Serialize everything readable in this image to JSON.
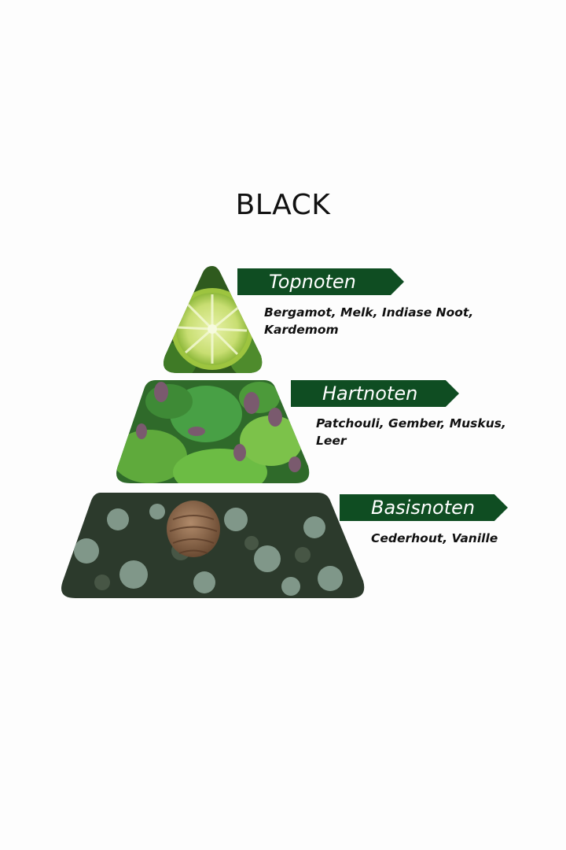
{
  "title": "BLACK",
  "colors": {
    "banner_green": "#0f4d22",
    "text_dark": "#111111",
    "background": "#fdfdfd"
  },
  "tiers": [
    {
      "label": "Topnoten",
      "notes": "Bergamot, Melk, Indiase Noot, Kardemom",
      "image": "lime-slice-image"
    },
    {
      "label": "Hartnoten",
      "notes": "Patchouli, Gember, Muskus, Leer",
      "image": "patchouli-leaves-image"
    },
    {
      "label": "Basisnoten",
      "notes": "Cederhout, Vanille",
      "image": "cedar-cone-image"
    }
  ]
}
